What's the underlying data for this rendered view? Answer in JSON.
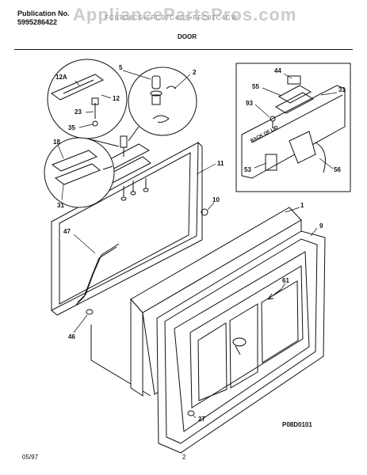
{
  "header": {
    "publication_label": "Publication No.",
    "publication_number": "5995286422",
    "model_line": "FC07C4CS•FFC07C4CS•FFC07C4CW",
    "watermark": "AppliancePartsPros.com",
    "section_title": "DOOR"
  },
  "callouts": {
    "c1": "1",
    "c2": "2",
    "c5": "5",
    "c9": "9",
    "c10": "10",
    "c11": "11",
    "c12": "12",
    "c12a": "12A",
    "c18": "18",
    "c23": "23",
    "c27": "27",
    "c31a": "31",
    "c31b": "31",
    "c35": "35",
    "c44": "44",
    "c46": "46",
    "c47": "47",
    "c53": "53",
    "c55": "55",
    "c56": "56",
    "c61": "61",
    "c93": "93"
  },
  "inset_label": "BACK OF LID",
  "figure_code": "P08D0101",
  "footer": {
    "date": "05/97",
    "page": "2"
  },
  "colors": {
    "line": "#111111",
    "watermark": "#a0a0a0"
  }
}
